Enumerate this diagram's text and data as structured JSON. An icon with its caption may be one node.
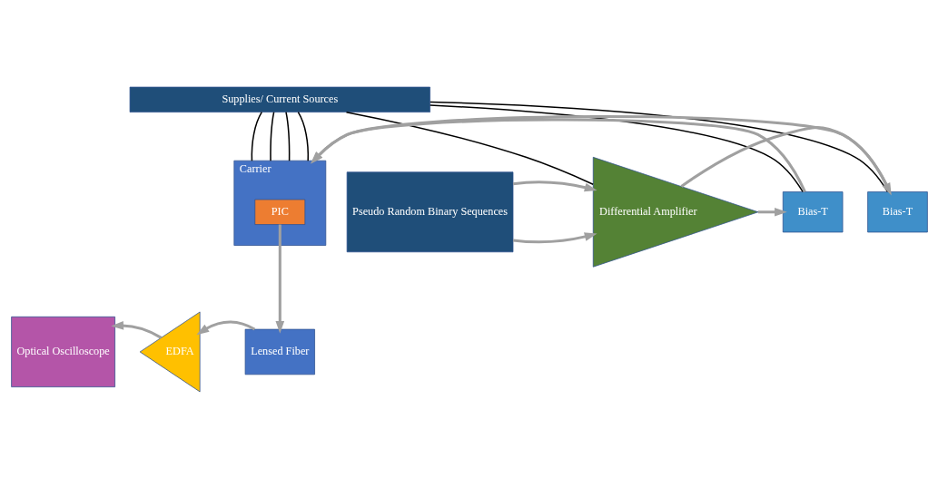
{
  "diagram": {
    "nodes": [
      {
        "text": [
          "Supplies/ Current Sources"
        ]
      },
      {
        "text": [
          "Pseudo Random Binary Sequences"
        ]
      },
      {
        "text": [
          "Differential Amplifier"
        ]
      },
      {
        "text": [
          "Bias-T"
        ]
      },
      {
        "text": [
          "Bias-T"
        ]
      },
      {
        "text": [
          "Carrier"
        ]
      },
      {
        "text": [
          "PIC"
        ],
        "in": 5
      },
      {
        "text": [
          "Lensed Fiber"
        ]
      },
      {
        "text": [
          "EDFA"
        ]
      },
      {
        "text": [
          "Optical Oscilloscope"
        ]
      }
    ],
    "edges": [
      {
        "from": 0,
        "to": 2,
        "arrow": "none",
        "color": "#000000"
      },
      {
        "from": 0,
        "to": 3,
        "arrow": "none",
        "color": "#000000"
      },
      {
        "from": 0,
        "to": 4,
        "arrow": "none",
        "color": "#000000"
      },
      {
        "from": 0,
        "to": 5,
        "arrow": "none",
        "color": "#000000"
      },
      {
        "from": 0,
        "to": 5,
        "arrow": "none",
        "color": "#000000"
      },
      {
        "from": 0,
        "to": 5,
        "arrow": "none",
        "color": "#000000"
      },
      {
        "from": 0,
        "to": 5,
        "arrow": "none",
        "color": "#000000"
      },
      {
        "from": 1,
        "to": 2,
        "arrow": "to"
      },
      {
        "from": 1,
        "to": 2,
        "arrow": "to"
      },
      {
        "from": 2,
        "to": 3,
        "arrow": "to"
      },
      {
        "from": 2,
        "to": 4,
        "arrow": "to"
      },
      {
        "from": 3,
        "to": 5,
        "arrow": "to"
      },
      {
        "from": 4,
        "to": 5,
        "arrow": "to"
      },
      {
        "from": 6,
        "to": 7,
        "arrow": "to"
      },
      {
        "from": 7,
        "to": 8,
        "arrow": "to"
      },
      {
        "from": 8,
        "to": 9,
        "arrow": "to"
      }
    ]
  }
}
